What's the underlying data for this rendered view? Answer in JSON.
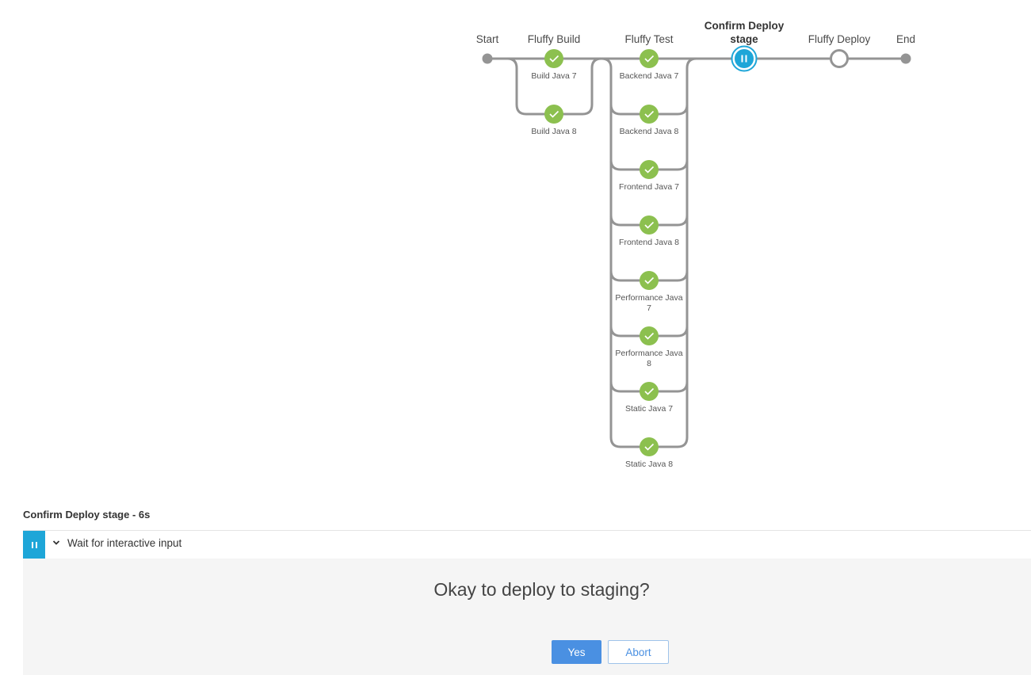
{
  "pipeline": {
    "stages": [
      {
        "id": "start",
        "title": "Start",
        "kind": "terminal"
      },
      {
        "id": "fluffy-build",
        "title": "Fluffy Build",
        "kind": "parallel",
        "branches": [
          {
            "label": "Build Java 7",
            "status": "success"
          },
          {
            "label": "Build Java 8",
            "status": "success"
          }
        ]
      },
      {
        "id": "fluffy-test",
        "title": "Fluffy Test",
        "kind": "parallel",
        "branches": [
          {
            "label": "Backend Java 7",
            "status": "success"
          },
          {
            "label": "Backend Java 8",
            "status": "success"
          },
          {
            "label": "Frontend Java 7",
            "status": "success"
          },
          {
            "label": "Frontend Java 8",
            "status": "success"
          },
          {
            "label": "Performance Java 7",
            "status": "success"
          },
          {
            "label": "Performance Java 8",
            "status": "success"
          },
          {
            "label": "Static Java 7",
            "status": "success"
          },
          {
            "label": "Static Java 8",
            "status": "success"
          }
        ]
      },
      {
        "id": "confirm-deploy",
        "title": "Confirm Deploy stage",
        "kind": "single",
        "status": "paused",
        "selected": true
      },
      {
        "id": "fluffy-deploy",
        "title": "Fluffy Deploy",
        "kind": "single",
        "status": "not_built"
      },
      {
        "id": "end",
        "title": "End",
        "kind": "terminal"
      }
    ]
  },
  "step_section": {
    "title": "Confirm Deploy stage - 6s",
    "step": {
      "label": "Wait for interactive input",
      "status": "paused",
      "icon": "pause-icon",
      "toggle_icon": "chevron-down-icon"
    }
  },
  "input": {
    "prompt": "Okay to deploy to staging?",
    "yes_label": "Yes",
    "abort_label": "Abort"
  },
  "colors": {
    "success": "#8cc04f",
    "paused": "#1ea6d8",
    "connector": "#949494",
    "primary_button": "#4a90e2"
  }
}
